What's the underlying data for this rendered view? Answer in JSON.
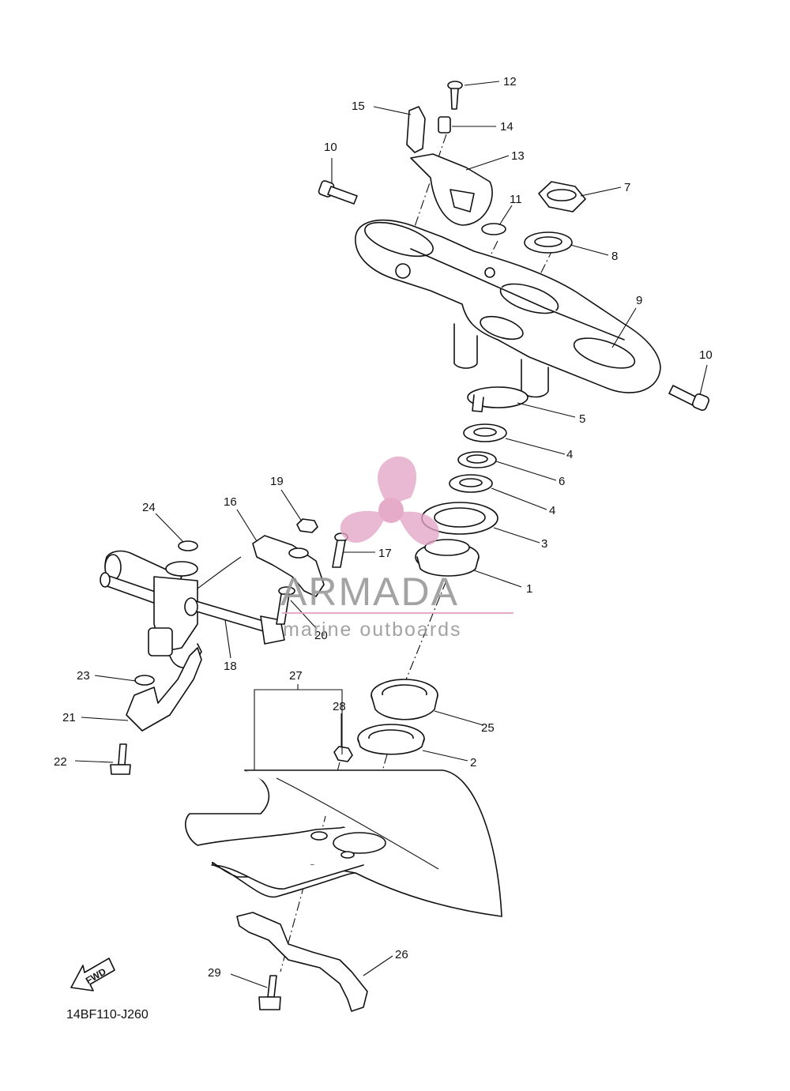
{
  "diagram": {
    "reference_code": "14BF110-J260",
    "direction_marker": "FWD",
    "callouts": [
      "1",
      "2",
      "3",
      "4",
      "4",
      "5",
      "6",
      "7",
      "8",
      "9",
      "10",
      "10",
      "11",
      "12",
      "13",
      "14",
      "15",
      "16",
      "17",
      "18",
      "19",
      "20",
      "21",
      "22",
      "23",
      "24",
      "25",
      "26",
      "27",
      "28",
      "29"
    ]
  },
  "watermark": {
    "brand": "ARMADA",
    "tagline": "marine outboards",
    "logo_color": "#e3a2c4",
    "text_color": "#9a9a9a"
  },
  "colors": {
    "line": "#111111",
    "background": "#ffffff"
  }
}
